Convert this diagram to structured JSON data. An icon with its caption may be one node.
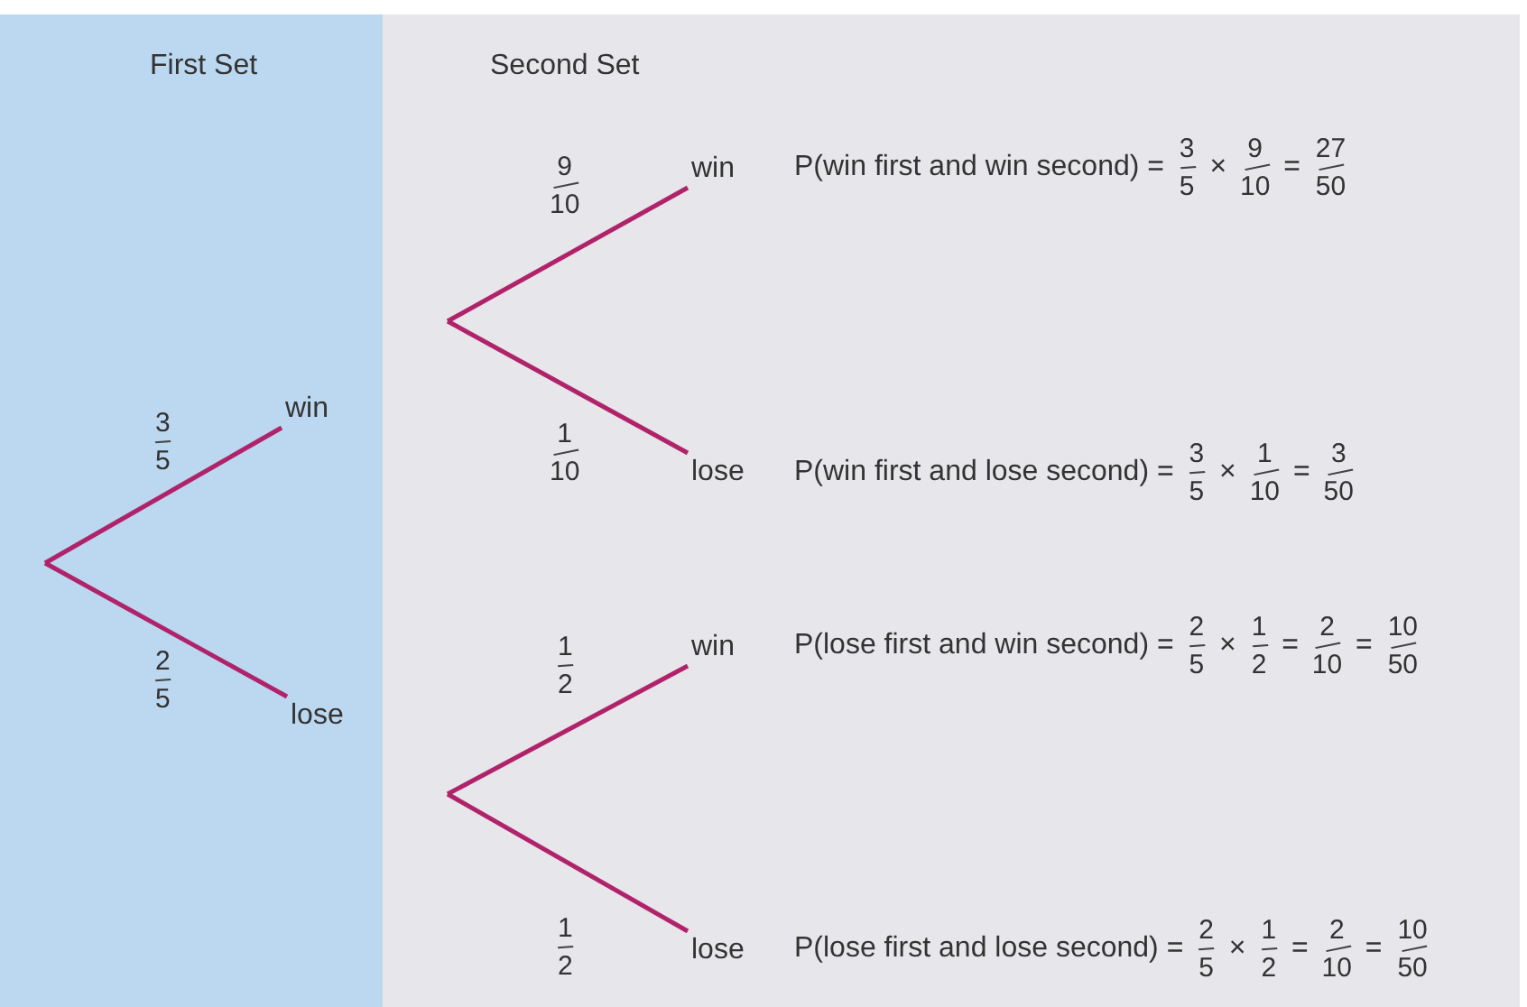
{
  "diagram": {
    "nodes": [
      {
        "text": [
          "win"
        ]
      },
      {
        "text": [
          "lose"
        ]
      },
      {
        "text": [
          "win"
        ]
      },
      {
        "text": [
          "lose"
        ]
      },
      {
        "text": [
          "win"
        ]
      },
      {
        "text": [
          "lose"
        ]
      }
    ],
    "edges": [
      {
        "from": null,
        "to": 0,
        "arrow": "none",
        "label": "3/5"
      },
      {
        "from": null,
        "to": 1,
        "arrow": "none",
        "label": "2/5"
      },
      {
        "from": null,
        "to": 2,
        "arrow": "none",
        "label": "9/10"
      },
      {
        "from": null,
        "to": 3,
        "arrow": "none",
        "label": "1/10"
      },
      {
        "from": null,
        "to": 4,
        "arrow": "none",
        "label": "1/2"
      },
      {
        "from": null,
        "to": 5,
        "arrow": "none",
        "label": "1/2"
      }
    ],
    "labels": [
      "First Set",
      "Second Set",
      "P(win first and win second) = 3/5 × 9/10 = 27/50",
      "P(win first and lose second) = 3/5 × 1/10 = 3/50",
      "P(lose first and win second) = 2/5 × 1/2 = 2/10 = 10/50",
      "P(lose first and lose second) = 2/5 × 1/2 = 2/10 = 10/50"
    ]
  }
}
